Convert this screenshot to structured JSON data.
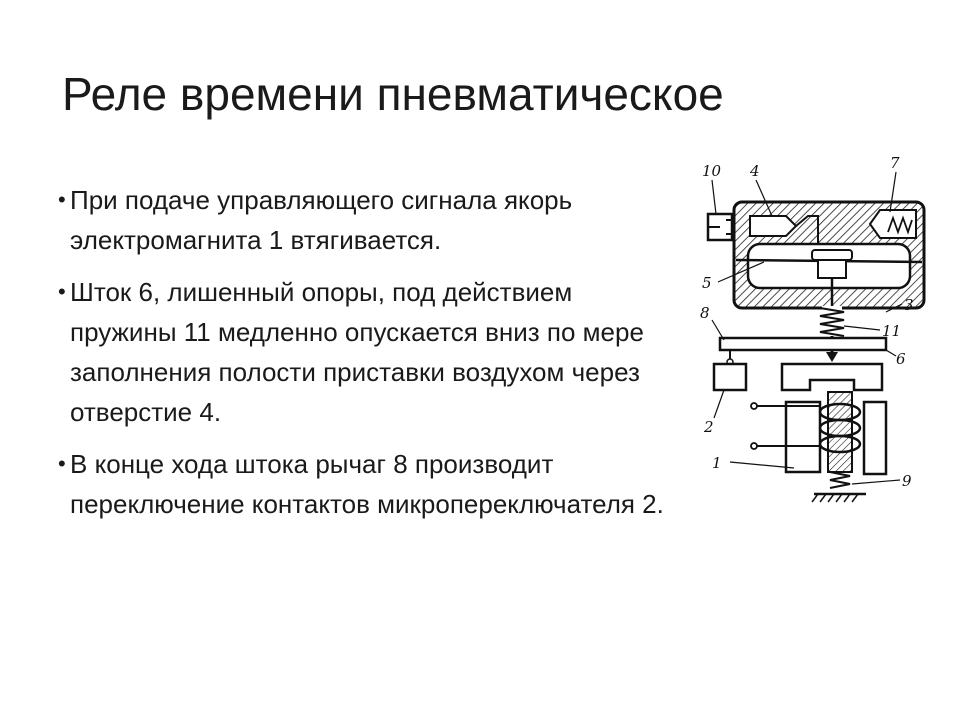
{
  "slide": {
    "title": "Реле времени пневматическое",
    "bullets": [
      "При подаче управляющего сигнала якорь электромагнита 1 втягивается.",
      "Шток 6, лишенный опоры, под действием пружины 11 медленно опускается вниз по мере заполнения полости приставки воздухом через отверстие 4.",
      "В конце хода штока рычаг 8 производит переключение контактов микропереключателя 2."
    ]
  },
  "diagram": {
    "labels": {
      "l10": "10",
      "l4": "4",
      "l7": "7",
      "l5": "5",
      "l8": "8",
      "l11": "11",
      "l3": "3",
      "l6": "6",
      "l2": "2",
      "l1": "1",
      "l9": "9"
    }
  }
}
